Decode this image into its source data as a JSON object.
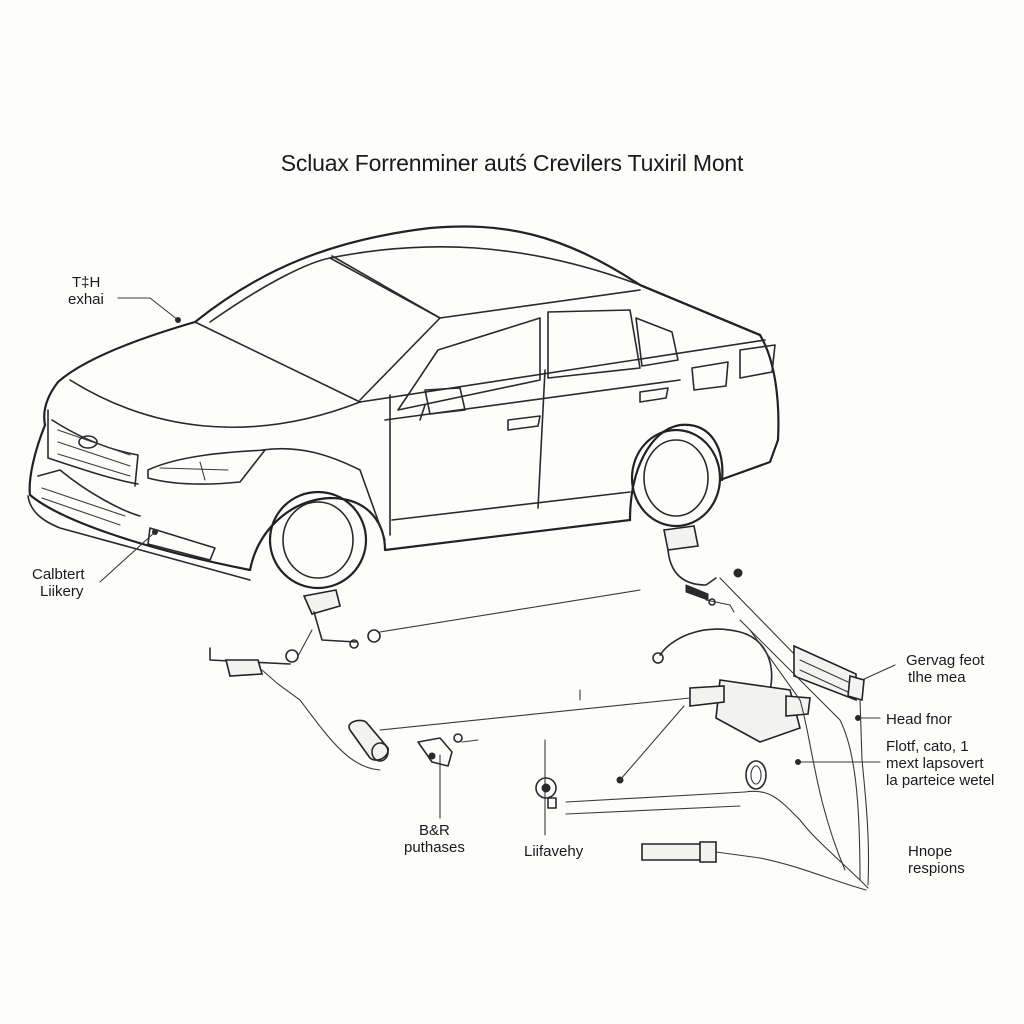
{
  "title": "Scluax Forrenminer autś Crevilers Tuxiril Mont",
  "labels": {
    "top_left": [
      "T‡H",
      "exhai"
    ],
    "left": [
      "Calbtert",
      "Liikery"
    ],
    "bottom_center_left": [
      "B&R",
      "puthases"
    ],
    "bottom_center": "Liifavehy",
    "right_1": [
      "Gervag feot",
      "tlhe mea"
    ],
    "right_2": "Head fnor",
    "right_3": [
      "Flotf, cato, 1",
      "mext lapsovert",
      "la parteice wetel"
    ],
    "right_4": [
      "Hnope",
      "respions"
    ]
  }
}
